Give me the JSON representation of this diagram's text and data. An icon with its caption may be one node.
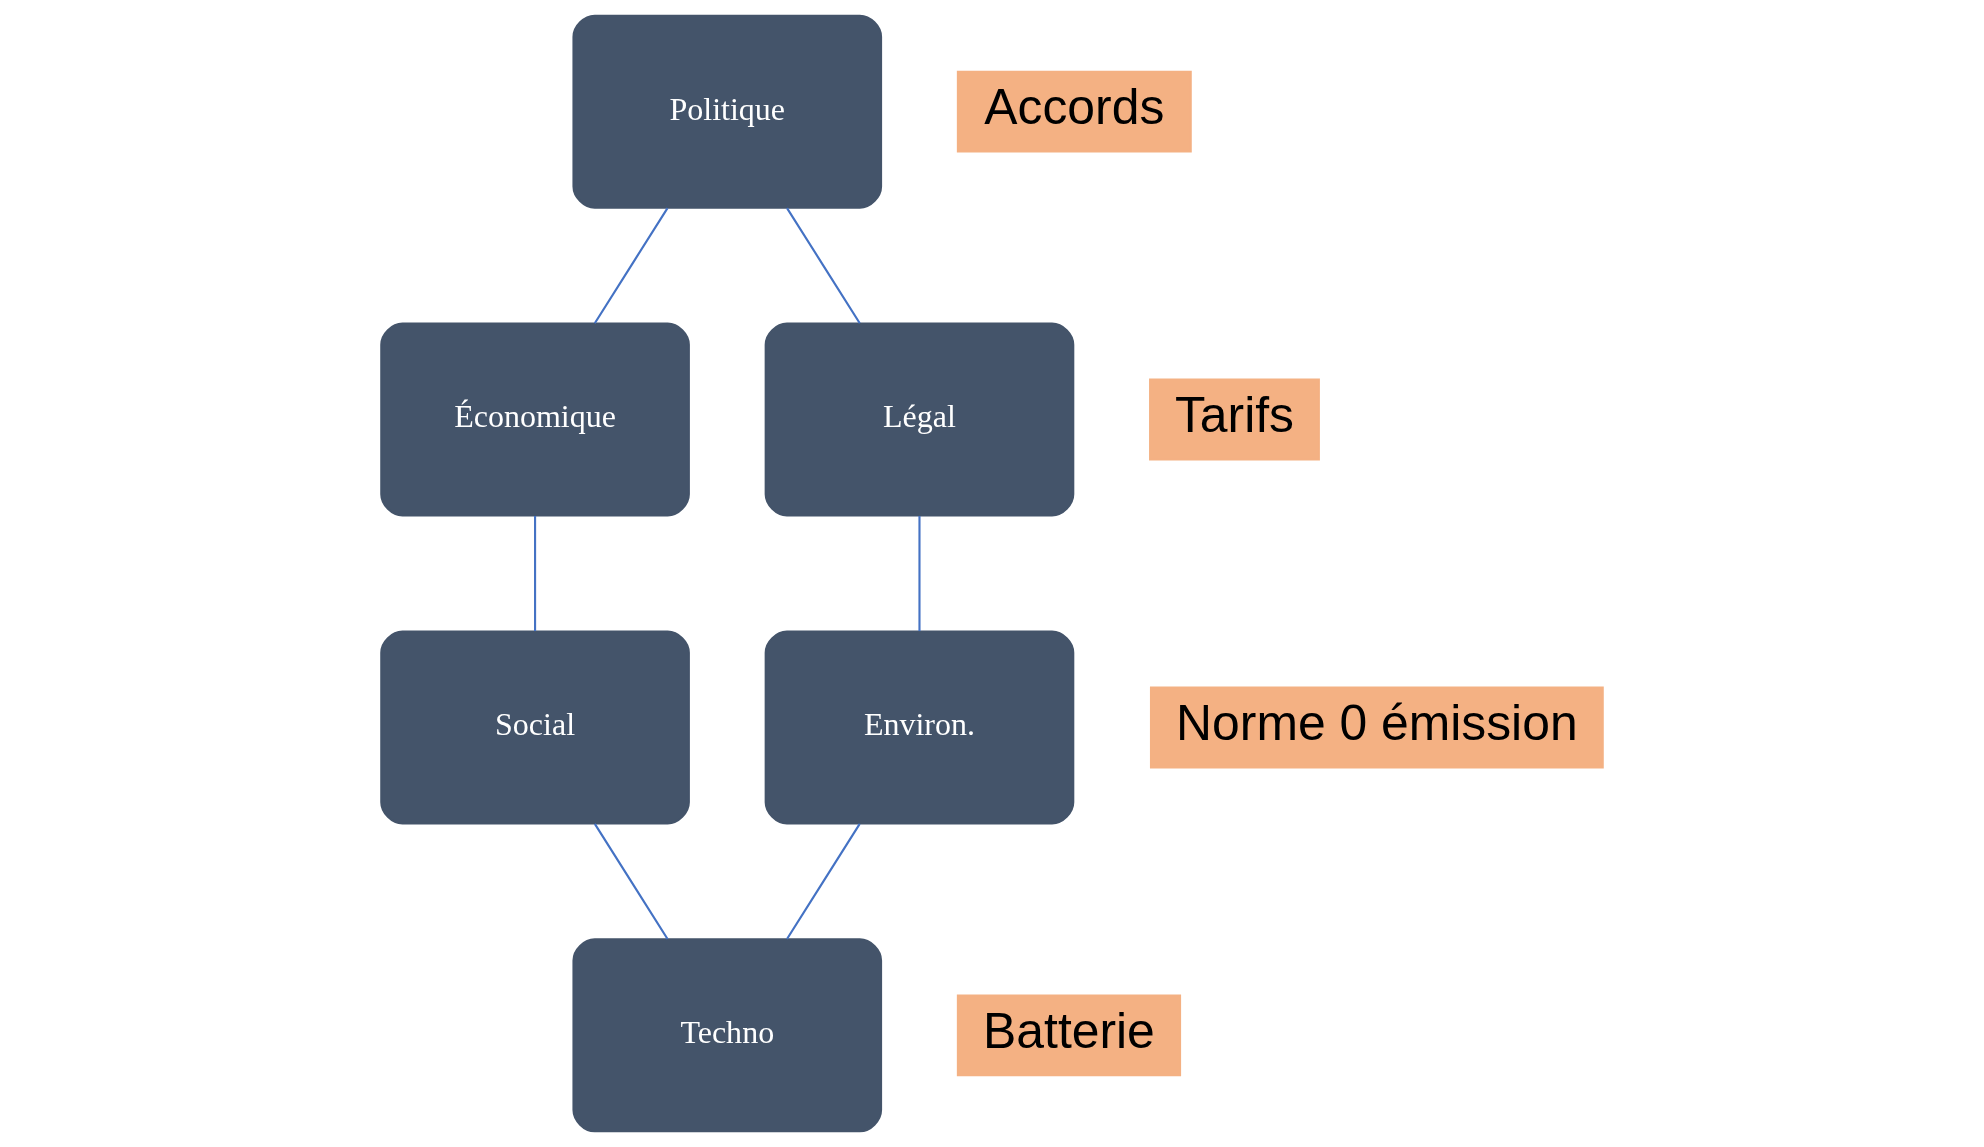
{
  "diagram": {
    "nodes": [
      {
        "text": [
          "Politique"
        ]
      },
      {
        "text": [
          "Accords"
        ]
      },
      {
        "text": [
          "Légal"
        ]
      },
      {
        "text": [
          "Économique"
        ]
      },
      {
        "text": [
          "Tarifs"
        ]
      },
      {
        "text": [
          "Norme 0 émission"
        ]
      },
      {
        "text": [
          "Environ."
        ]
      },
      {
        "text": [
          "Social"
        ]
      },
      {
        "text": [
          "Techno"
        ]
      },
      {
        "text": [
          "Batterie"
        ]
      }
    ],
    "edges": [
      {
        "from": 0,
        "to": 3,
        "arrow": "none"
      },
      {
        "from": 3,
        "to": 7,
        "arrow": "none"
      },
      {
        "from": 7,
        "to": 8,
        "arrow": "none"
      },
      {
        "from": 8,
        "to": 6,
        "arrow": "none"
      },
      {
        "from": 6,
        "to": 2,
        "arrow": "none"
      },
      {
        "from": 2,
        "to": 0,
        "arrow": "none"
      }
    ]
  }
}
